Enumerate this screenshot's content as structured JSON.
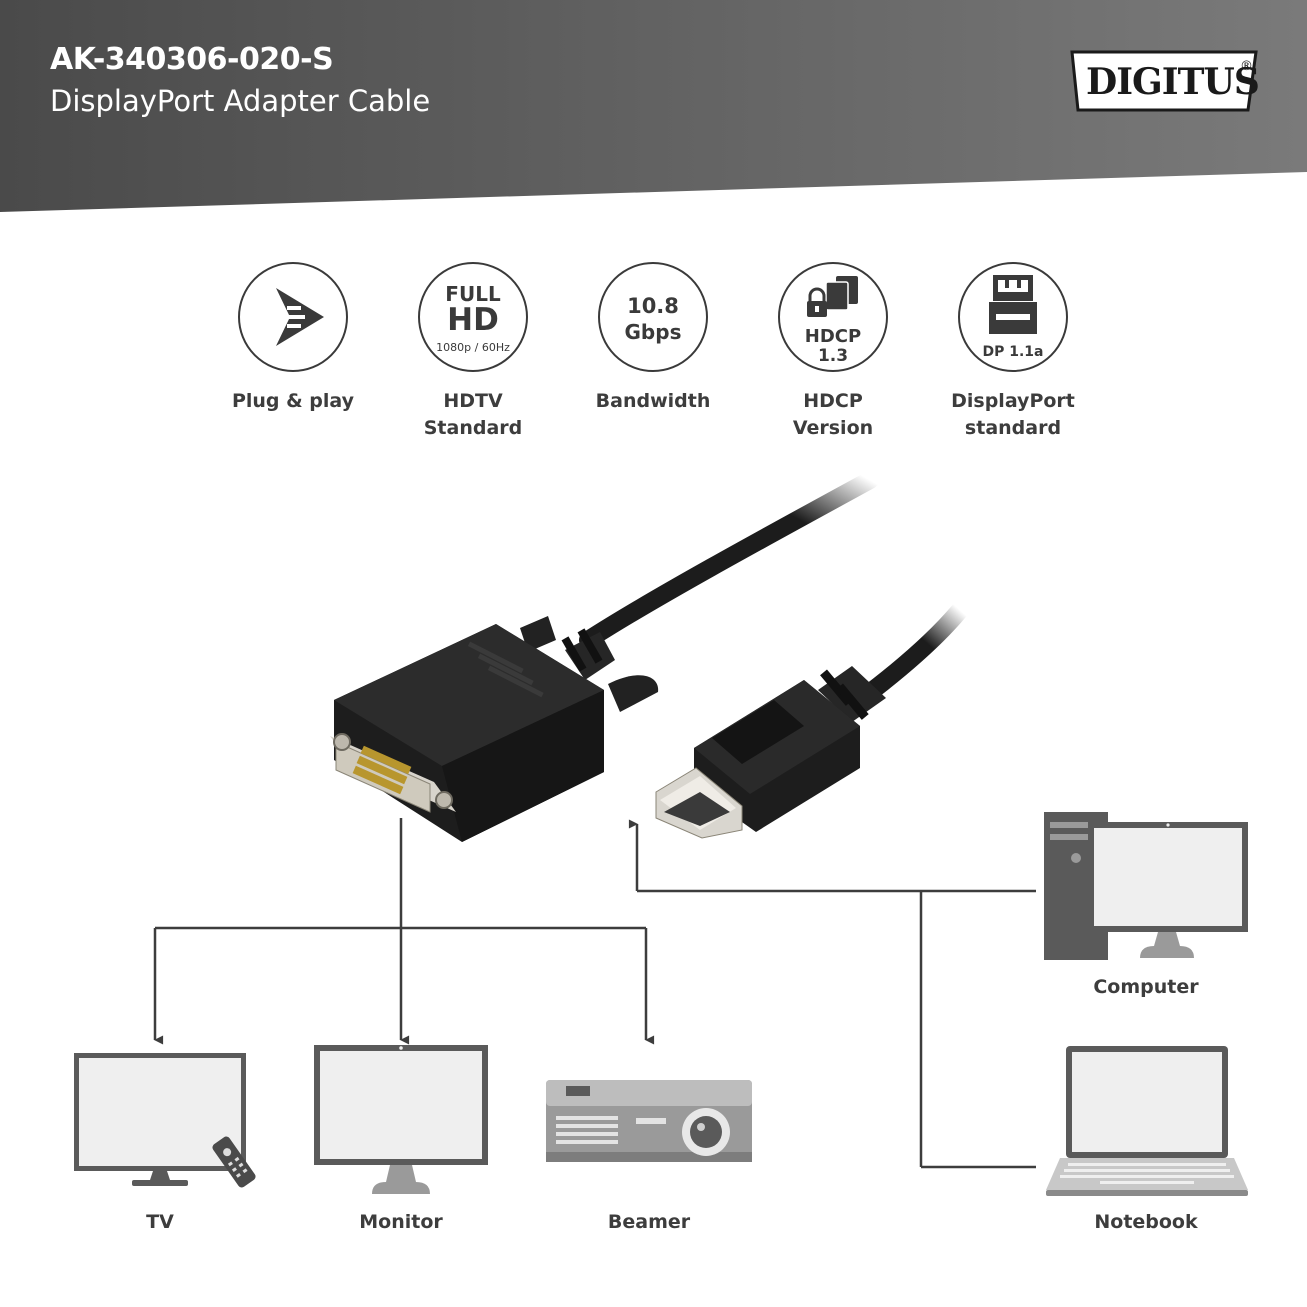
{
  "header": {
    "product_code": "AK-340306-020-S",
    "product_name": "DisplayPort Adapter Cable",
    "brand": "DIGITUS",
    "brand_mark": "®",
    "band_color": "#5b5b5b"
  },
  "features": [
    {
      "icon": "plug-and-play-icon",
      "label_line1": "Plug & play",
      "label_line2": ""
    },
    {
      "icon": "full-hd-icon",
      "icon_text_top": "FULL",
      "icon_text_main": "HD",
      "icon_text_sub": "1080p / 60Hz",
      "label_line1": "HDTV",
      "label_line2": "Standard"
    },
    {
      "icon": "bandwidth-icon",
      "icon_text_top": "10.8",
      "icon_text_main": "Gbps",
      "label_line1": "Bandwidth",
      "label_line2": ""
    },
    {
      "icon": "hdcp-icon",
      "icon_text_top": "HDCP",
      "icon_text_main": "1.3",
      "label_line1": "HDCP",
      "label_line2": "Version"
    },
    {
      "icon": "displayport-icon",
      "icon_text_main": "DP 1.1a",
      "label_line1": "DisplayPort",
      "label_line2": "standard"
    }
  ],
  "devices": {
    "tv": "TV",
    "monitor": "Monitor",
    "beamer": "Beamer",
    "computer": "Computer",
    "notebook": "Notebook"
  },
  "colors": {
    "device_frame": "#5a5a5a",
    "device_screen": "#efefef",
    "device_grey": "#9a9a9a",
    "cable_black": "#1c1c1c",
    "line": "#3d3d3d"
  }
}
